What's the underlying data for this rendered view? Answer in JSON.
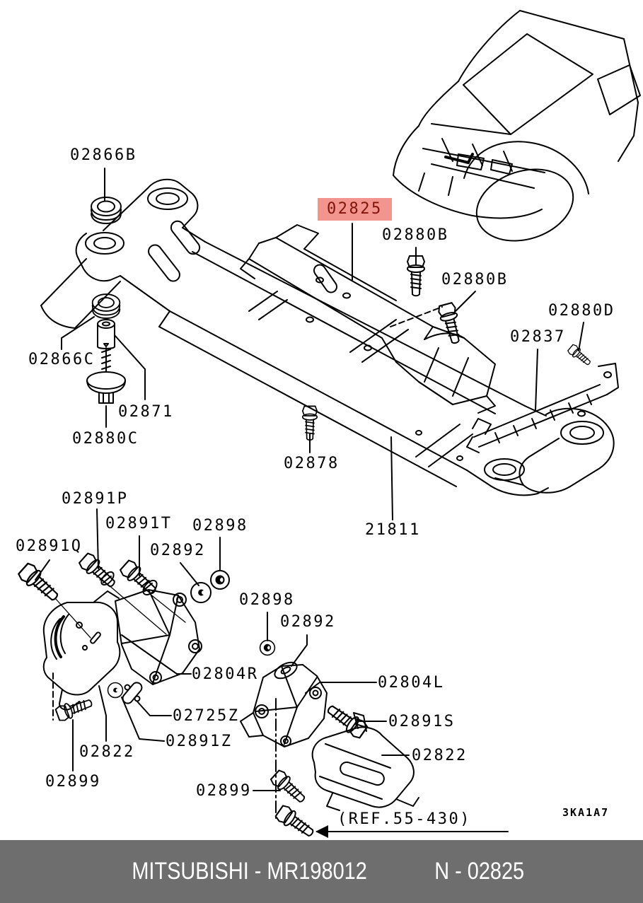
{
  "title": "Mitsubishi parts catalog diagram - front suspension crossmember",
  "sheet_code": "3KA1A7",
  "ref_note": "(REF.55-430)",
  "colors": {
    "line": "#000000",
    "highlight_bg": "#f2958e",
    "highlight_fg": "#7f130b",
    "footer_bg": "#6e6e6e",
    "footer_fg": "#ffffff"
  },
  "footer": {
    "text_left": "MITSUBISHI - MR198012",
    "text_right": "N - 02825",
    "brand": "MITSUBISHI",
    "part_number": "MR198012",
    "catalog_number": "N - 02825"
  },
  "labels": [
    {
      "text": "02866B",
      "highlighted": false
    },
    {
      "text": "02825",
      "highlighted": true
    },
    {
      "text": "02880B",
      "highlighted": false
    },
    {
      "text": "02880B",
      "highlighted": false
    },
    {
      "text": "02880D",
      "highlighted": false
    },
    {
      "text": "02837",
      "highlighted": false
    },
    {
      "text": "02866C",
      "highlighted": false
    },
    {
      "text": "02871",
      "highlighted": false
    },
    {
      "text": "02880C",
      "highlighted": false
    },
    {
      "text": "02878",
      "highlighted": false
    },
    {
      "text": "21811",
      "highlighted": false
    },
    {
      "text": "02891P",
      "highlighted": false
    },
    {
      "text": "02891T",
      "highlighted": false
    },
    {
      "text": "02898",
      "highlighted": false
    },
    {
      "text": "02891Q",
      "highlighted": false
    },
    {
      "text": "02892",
      "highlighted": false
    },
    {
      "text": "02898",
      "highlighted": false
    },
    {
      "text": "02892",
      "highlighted": false
    },
    {
      "text": "02804R",
      "highlighted": false
    },
    {
      "text": "02804L",
      "highlighted": false
    },
    {
      "text": "02891S",
      "highlighted": false
    },
    {
      "text": "02822",
      "highlighted": false
    },
    {
      "text": "02725Z",
      "highlighted": false
    },
    {
      "text": "02891Z",
      "highlighted": false
    },
    {
      "text": "02822",
      "highlighted": false
    },
    {
      "text": "02899",
      "highlighted": false
    },
    {
      "text": "02899",
      "highlighted": false
    },
    {
      "text": "(REF.55-430)",
      "highlighted": false
    }
  ]
}
